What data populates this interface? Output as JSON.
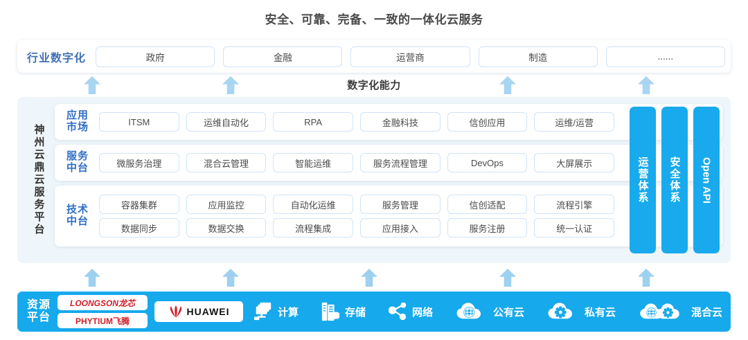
{
  "title": "安全、可靠、完备、一致的一体化云服务",
  "capability_label": "数字化能力",
  "industry": {
    "label": "行业数字化",
    "items": [
      "政府",
      "金融",
      "运营商",
      "制造",
      "......"
    ]
  },
  "platform": {
    "label": "神州云鼎云服务平台",
    "rows": [
      {
        "label_line1": "应用",
        "label_line2": "市场",
        "items": [
          [
            "ITSM",
            "运维自动化",
            "RPA",
            "金融科技",
            "信创应用",
            "运维/运营"
          ]
        ]
      },
      {
        "label_line1": "服务",
        "label_line2": "中台",
        "items": [
          [
            "微服务治理",
            "混合云管理",
            "智能运维",
            "服务流程管理",
            "DevOps",
            "大屏展示"
          ]
        ]
      },
      {
        "label_line1": "技术",
        "label_line2": "中台",
        "items": [
          [
            "容器集群",
            "应用监控",
            "自动化运维",
            "服务管理",
            "信创适配",
            "流程引擎"
          ],
          [
            "数据同步",
            "数据交换",
            "流程集成",
            "应用接入",
            "服务注册",
            "统一认证"
          ]
        ]
      }
    ],
    "side_bars": [
      {
        "text": "运营体系",
        "latin": false
      },
      {
        "text": "安全体系",
        "latin": false
      },
      {
        "text": "Open API",
        "latin": true
      }
    ]
  },
  "resource": {
    "label_line1": "资源",
    "label_line2": "平台",
    "logos": [
      {
        "name": "loongson-logo",
        "text": "LOONGSON龙芯"
      },
      {
        "name": "phytium-logo",
        "text": "PHYTIUM飞腾"
      },
      {
        "name": "huawei-logo",
        "text": "HUAWEI"
      }
    ],
    "items": [
      {
        "label": "计算",
        "icon": "compute-icon"
      },
      {
        "label": "存储",
        "icon": "storage-icon"
      },
      {
        "label": "网络",
        "icon": "network-icon"
      },
      {
        "label": "公有云",
        "icon": "public-cloud-icon"
      },
      {
        "label": "私有云",
        "icon": "private-cloud-icon"
      },
      {
        "label": "混合云",
        "icon": "hybrid-cloud-icon"
      }
    ]
  },
  "arrows": {
    "upper_count": 4,
    "lower_count": 5
  },
  "colors": {
    "brand_blue": "#16a9ec",
    "accent_blue": "#18aaec",
    "label_blue": "#2f6fc4",
    "industry_label_blue": "#4271b7",
    "panel_bg": "#eef6fb",
    "pill_border": "#cfe4f7",
    "arrow_blue": "#a8d5f2",
    "logo_red": "#cf1f2a"
  }
}
